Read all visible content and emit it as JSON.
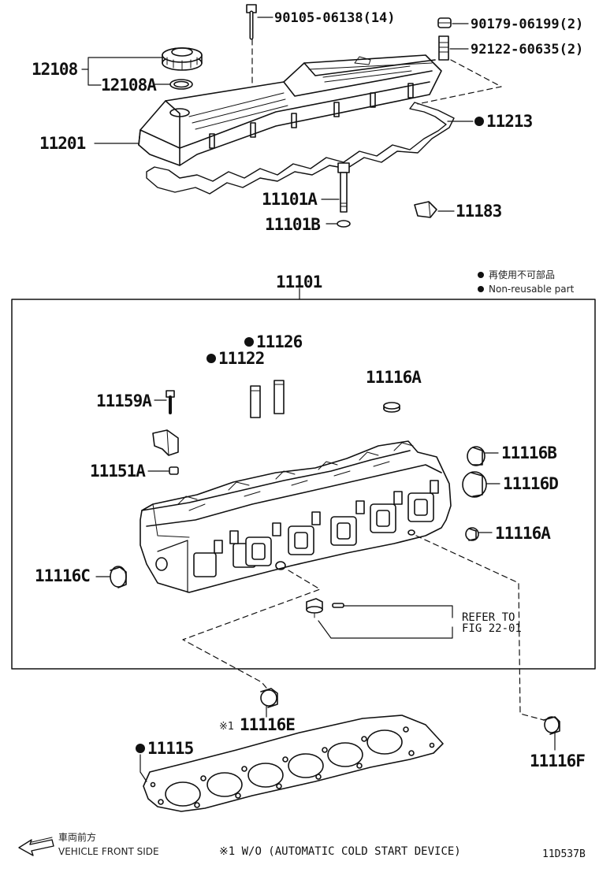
{
  "labels": {
    "p90105": "90105-06138(14)",
    "p90179": "90179-06199(2)",
    "p92122": "92122-60635(2)",
    "p12108": "12108",
    "p12108A": "12108A",
    "p11201": "11201",
    "p11213": "11213",
    "p11101A": "11101A",
    "p11101B": "11101B",
    "p11183": "11183",
    "p11101": "11101",
    "p11126": "11126",
    "p11122": "11122",
    "p11116A_top": "11116A",
    "p11159A": "11159A",
    "p11116B": "11116B",
    "p11151A": "11151A",
    "p11116D": "11116D",
    "p11116A_mid": "11116A",
    "p11116C": "11116C",
    "p11116E": "11116E",
    "p11115": "11115",
    "p11116F": "11116F"
  },
  "legend": {
    "jp": "再使用不可部品",
    "en": "Non-reusable part"
  },
  "refer": {
    "line1": "REFER TO",
    "line2": "FIG 22-01"
  },
  "footnote_mark": "※1",
  "footnote": "※1 W/O (AUTOMATIC COLD START DEVICE)",
  "front": {
    "jp": "車両前方",
    "en": "VEHICLE FRONT SIDE"
  },
  "diagram_code": "11D537B"
}
